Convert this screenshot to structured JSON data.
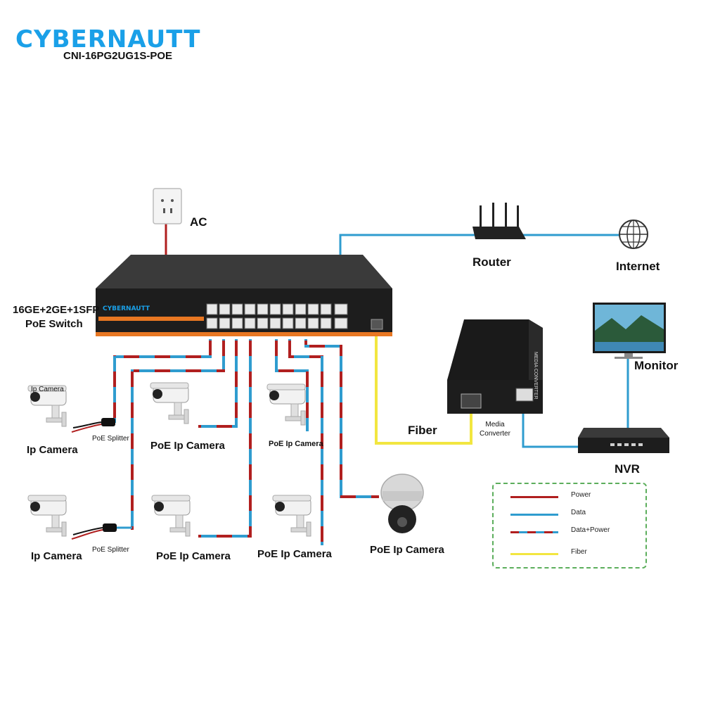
{
  "header": {
    "brand": "CYBERNAUTT",
    "model": "CNI-16PG2UG1S-POE"
  },
  "labels": {
    "ac": "AC",
    "switch_line1": "16GE+2GE+1SFP",
    "switch_line2": "PoE Switch",
    "router": "Router",
    "internet": "Internet",
    "monitor": "Monitor",
    "nvr": "NVR",
    "fiber": "Fiber",
    "media_converter_line1": "Media",
    "media_converter_line2": "Converter",
    "cam_top_left_small": "Ip Camera",
    "cam1": "Ip Camera",
    "cam2": "PoE Ip Camera",
    "cam3": "PoE Ip Camera",
    "cam4": "Ip Camera",
    "cam5": "PoE Ip Camera",
    "cam6": "PoE Ip Camera",
    "cam7": "PoE Ip Camera",
    "splitter1": "PoE Splitter",
    "splitter2": "PoE Splitter",
    "switch_brand": "CYBERNAUTT",
    "converter_brand": "MEDIA CONVERTER"
  },
  "legend": {
    "items": [
      {
        "label": "Power",
        "color": "#b01f1f"
      },
      {
        "label": "Data",
        "color": "#2f9ccf"
      },
      {
        "label": "Data+Power",
        "color": "striped"
      },
      {
        "label": "Fiber",
        "color": "#f2e640"
      }
    ]
  },
  "colors": {
    "power": "#b01f1f",
    "data": "#2f9ccf",
    "fiber": "#f2e640",
    "accent": "#e87722",
    "brand": "#1aa0e8"
  }
}
